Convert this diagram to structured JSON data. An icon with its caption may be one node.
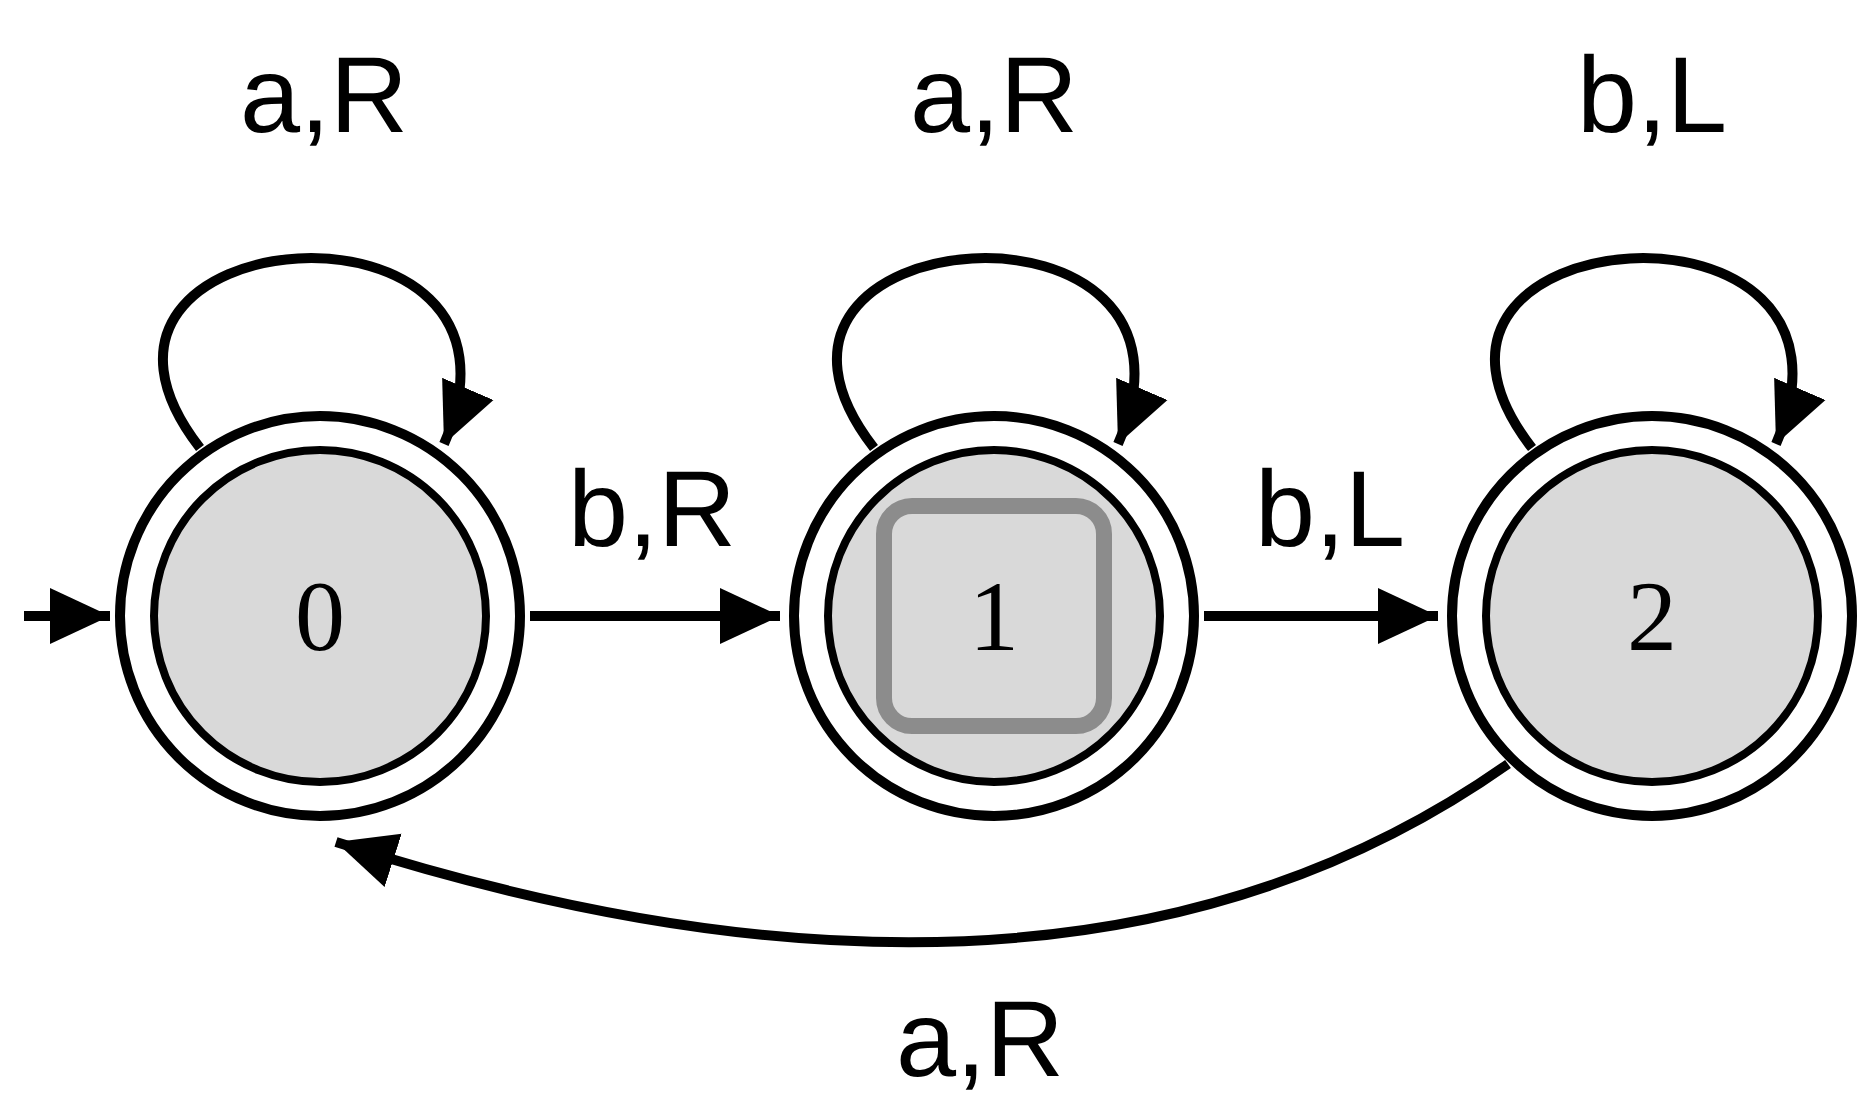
{
  "diagram": {
    "nodes": [
      {
        "text": [
          "0"
        ]
      },
      {
        "text": [
          "1"
        ]
      },
      {
        "text": [
          "2"
        ]
      }
    ],
    "edges": [
      {
        "from": null,
        "to": 0,
        "arrow": "to"
      },
      {
        "from": 0,
        "to": 0,
        "arrow": "to",
        "label": "a,R"
      },
      {
        "from": 0,
        "to": 1,
        "arrow": "to",
        "label": "b,R"
      },
      {
        "from": 1,
        "to": 1,
        "arrow": "to",
        "label": "a,R"
      },
      {
        "from": 1,
        "to": 2,
        "arrow": "to",
        "label": "b,L"
      },
      {
        "from": 2,
        "to": 2,
        "arrow": "to",
        "label": "b,L"
      },
      {
        "from": 2,
        "to": 0,
        "arrow": "to",
        "label": "a,R"
      }
    ]
  }
}
